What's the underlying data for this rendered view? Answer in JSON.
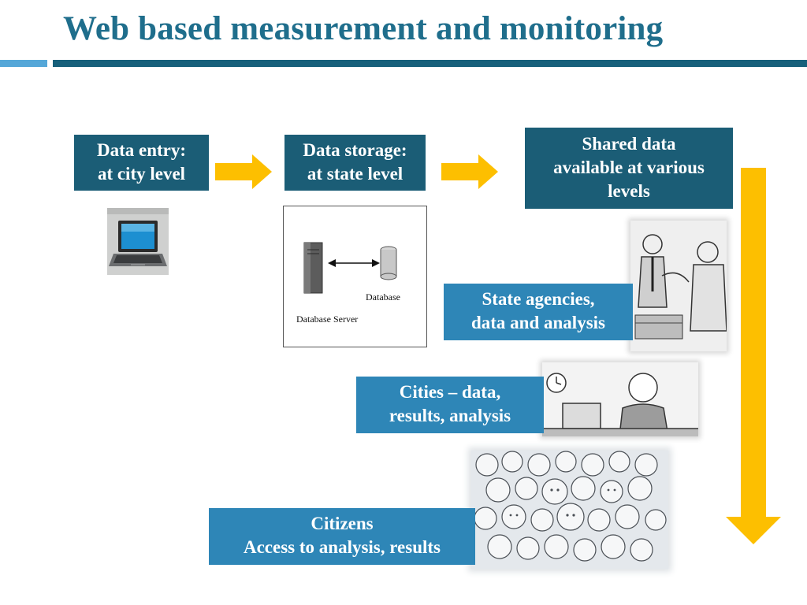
{
  "title": "Web based measurement and monitoring",
  "colors": {
    "title": "#1f6e8c",
    "rule": "#17607b",
    "rule_accent": "#55a7d8",
    "dark_box": "#1b5d76",
    "light_box": "#2e86b7",
    "arrow": "#fdbf00"
  },
  "flow": {
    "entry": {
      "line1": "Data entry:",
      "line2": "at city level"
    },
    "storage": {
      "line1": "Data storage:",
      "line2": "at state level"
    },
    "shared": {
      "line1": "Shared data",
      "line2": "available at various",
      "line3": "levels"
    }
  },
  "diagram": {
    "database_label": "Database",
    "server_label": "Database Server"
  },
  "levels": {
    "state": {
      "line1": "State agencies,",
      "line2": "data and analysis"
    },
    "cities": {
      "line1": "Cities – data,",
      "line2": "results, analysis"
    },
    "citizens": {
      "line1": "Citizens",
      "line2": "Access to analysis, results"
    }
  },
  "icons": [
    "laptop-icon",
    "database-server-diagram",
    "arrow-right-icon",
    "arrow-down-icon",
    "cartoon-officials",
    "cartoon-official-desk",
    "cartoon-crowd"
  ]
}
